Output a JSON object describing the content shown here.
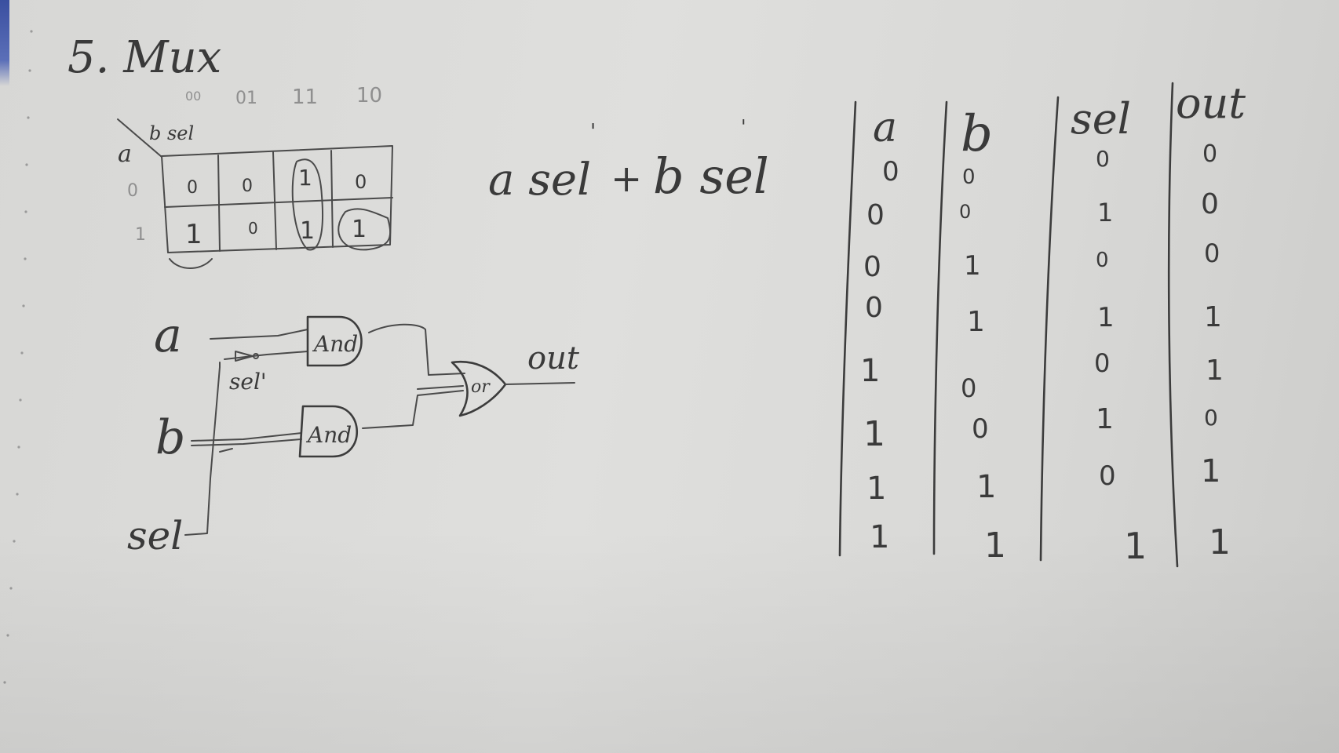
{
  "title": "5. Mux",
  "kmap": {
    "corner_row_var": "a",
    "corner_col_var": "b sel",
    "col_headers": [
      "00",
      "01",
      "11",
      "10"
    ],
    "row_headers": [
      "0",
      "1"
    ],
    "cells": [
      [
        "0",
        "0",
        "1",
        "0"
      ],
      [
        "1",
        "0",
        "1",
        "1"
      ]
    ]
  },
  "expression": {
    "text": "a sel' + b sel",
    "part1": "a sel",
    "prime": "'",
    "plus": "+",
    "part2": "b sel"
  },
  "circuit": {
    "input_a": "a",
    "input_b": "b",
    "input_sel": "sel",
    "not_label": "sel'",
    "and_top_label": "And",
    "and_bottom_label": "And",
    "or_label": "or",
    "output_label": "out"
  },
  "truth_table": {
    "headers": [
      "a",
      "b",
      "sel",
      "out"
    ],
    "rows": [
      [
        "0",
        "0",
        "0",
        "0"
      ],
      [
        "0",
        "0",
        "1",
        "0"
      ],
      [
        "0",
        "1",
        "0",
        "0"
      ],
      [
        "0",
        "1",
        "1",
        "1"
      ],
      [
        "1",
        "0",
        "0",
        "1"
      ],
      [
        "1",
        "0",
        "1",
        "0"
      ],
      [
        "1",
        "1",
        "0",
        "1"
      ],
      [
        "1",
        "1",
        "1",
        "1"
      ]
    ]
  },
  "colors": {
    "ink": "#3c3c3c",
    "paper": "#dcdcda",
    "edge_blue": "#3a4fa0"
  }
}
